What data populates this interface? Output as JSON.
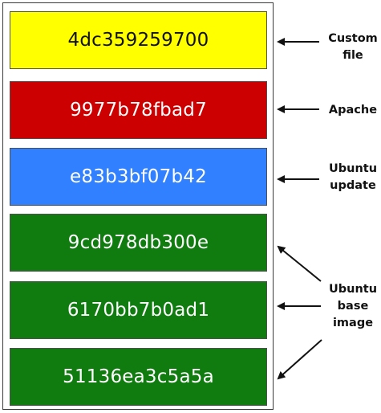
{
  "layers": [
    {
      "id": "4dc359259700",
      "color": "#ffff00"
    },
    {
      "id": "9977b78fbad7",
      "color": "#cc0000"
    },
    {
      "id": "e83b3bf07b42",
      "color": "#3080ff"
    },
    {
      "id": "9cd978db300e",
      "color": "#107c10"
    },
    {
      "id": "6170bb7b0ad1",
      "color": "#107c10"
    },
    {
      "id": "51136ea3c5a5a",
      "color": "#107c10"
    }
  ],
  "annotations": [
    {
      "label": "Custom\nfile",
      "points_to": [
        "4dc359259700"
      ]
    },
    {
      "label": "Apache",
      "points_to": [
        "9977b78fbad7"
      ]
    },
    {
      "label": "Ubuntu\nupdate",
      "points_to": [
        "e83b3bf07b42"
      ]
    },
    {
      "label": "Ubuntu\nbase\nimage",
      "points_to": [
        "9cd978db300e",
        "6170bb7b0ad1",
        "51136ea3c5a5a"
      ]
    }
  ]
}
